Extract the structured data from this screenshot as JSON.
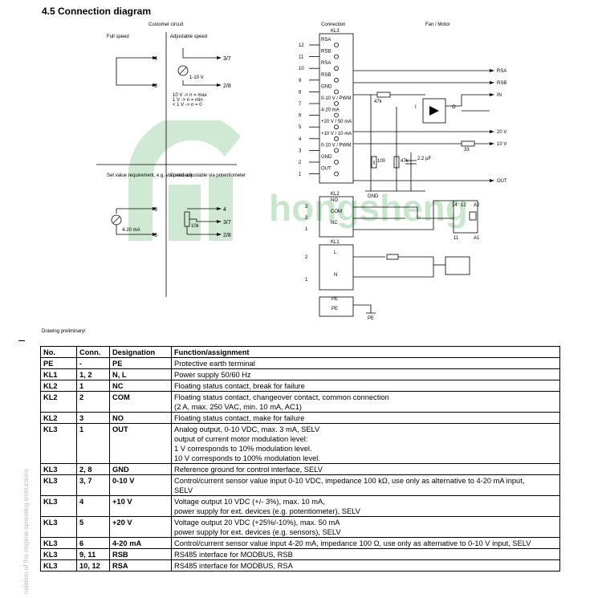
{
  "heading": "4.5 Connection diagram",
  "diagram": {
    "customer_circuit": "Customer circuit",
    "connection": "Connection",
    "fan_motor": "Fan / Motor",
    "full_speed": "Full speed",
    "adjustable_speed": "Adjustable speed",
    "set_value": "Set value requirement, e.g. via pressure",
    "speed_pot": "Speed adjustable via potentiometer",
    "v_range": "1-10 V",
    "ma_range": "4-20 mA",
    "pot_value": "10k",
    "notes": [
      "10 V -> n = max",
      "1 V -> n = min",
      "< 1 V -> n = 0"
    ],
    "ext_pins": {
      "t4a": "4",
      "t3a": "3",
      "t37a": "3/7",
      "t28a": "2/8",
      "t5": "5",
      "t6": "6",
      "t4b": "4",
      "t37b": "3/7",
      "t28b": "2/8"
    },
    "kl3": {
      "title": "KL3",
      "terminals": [
        "RSA",
        "RSB",
        "RSA",
        "RSB",
        "GND",
        "0-10 V / PWM",
        "4-20 mA",
        "+20 V / 50 mA",
        "+10 V / 10 mA",
        "0-10 V / PWM",
        "GND",
        "OUT"
      ],
      "numbers": [
        "12",
        "11",
        "10",
        "9",
        "8",
        "7",
        "6",
        "5",
        "4",
        "3",
        "2",
        "1"
      ]
    },
    "kl2": {
      "title": "KL2",
      "terminals": [
        "NO",
        "COM",
        "NC"
      ],
      "numbers": [
        "3",
        "2",
        "1"
      ]
    },
    "kl1": {
      "title": "KL1",
      "terminals": [
        "L",
        "N"
      ],
      "numbers": [
        "2",
        "1"
      ]
    },
    "pe": {
      "terminals": [
        "PE",
        "PE"
      ],
      "symbol": "PE"
    },
    "right_labels": {
      "rsa": "RSA",
      "rsb": "RSB",
      "in": "IN",
      "v20": "20 V",
      "v10": "10 V",
      "out": "OUT"
    },
    "components": {
      "r47k_top": "47k",
      "r100": "100",
      "r47k": "47k",
      "cap": "2.2 µF",
      "r33": "33",
      "gnd": "GND",
      "relay_a": "14",
      "relay_b": "12",
      "relay_c": "11",
      "relay_d": "A2",
      "relay_e": "A1",
      "i_label": "I",
      "o_label": "O"
    },
    "watermark": "hongsheng"
  },
  "prelim": "Drawing preliminary!",
  "side_text": "nslation of the original operating instructions",
  "table": {
    "headers": [
      "No.",
      "Conn.",
      "Designation",
      "Function/assignment"
    ],
    "rows": [
      {
        "no": "PE",
        "conn": "-",
        "des": "PE",
        "func": [
          "Protective earth terminal"
        ]
      },
      {
        "no": "KL1",
        "conn": "1, 2",
        "des": "N, L",
        "func": [
          "Power supply 50/60 Hz"
        ]
      },
      {
        "no": "KL2",
        "conn": "1",
        "des": "NC",
        "func": [
          "Floating status contact, break for failure"
        ]
      },
      {
        "no": "KL2",
        "conn": "2",
        "des": "COM",
        "func": [
          "Floating status contact, changeover contact, common connection",
          "(2 A, max. 250 VAC, min. 10 mA, AC1)"
        ]
      },
      {
        "no": "KL2",
        "conn": "3",
        "des": "NO",
        "func": [
          "Floating status contact, make for failure"
        ]
      },
      {
        "no": "KL3",
        "conn": "1",
        "des": "OUT",
        "func": [
          "Analog output, 0-10 VDC, max. 3 mA, SELV",
          "output of current motor modulation level:",
          "1 V corresponds to 10% modulation level.",
          "10 V corresponds to 100% modulation level."
        ]
      },
      {
        "no": "KL3",
        "conn": "2, 8",
        "des": "GND",
        "func": [
          "Reference ground for control interface, SELV"
        ]
      },
      {
        "no": "KL3",
        "conn": "3, 7",
        "des": "0-10 V",
        "func": [
          "Control/current sensor value input 0-10 VDC, impedance 100 kΩ, use only as alternative to 4-20 mA input,",
          "SELV"
        ]
      },
      {
        "no": "KL3",
        "conn": "4",
        "des": "+10 V",
        "func": [
          "Voltage output 10 VDC (+/- 3%), max. 10 mA,",
          "power supply for ext. devices (e.g. potentiometer), SELV"
        ]
      },
      {
        "no": "KL3",
        "conn": "5",
        "des": "+20 V",
        "func": [
          "Voltage output 20 VDC (+25%/-10%), max. 50 mA",
          "power supply for ext. devices (e.g. sensors), SELV"
        ]
      },
      {
        "no": "KL3",
        "conn": "6",
        "des": "4-20 mA",
        "func": [
          "Control/current sensor value input 4-20 mA, impedance 100 Ω, use only as alternative to 0-10 V input, SELV"
        ]
      },
      {
        "no": "KL3",
        "conn": "9, 11",
        "des": "RSB",
        "func": [
          "RS485 interface for MODBUS, RSB"
        ]
      },
      {
        "no": "KL3",
        "conn": "10, 12",
        "des": "RSA",
        "func": [
          "RS485 interface for MODBUS, RSA"
        ]
      }
    ]
  }
}
